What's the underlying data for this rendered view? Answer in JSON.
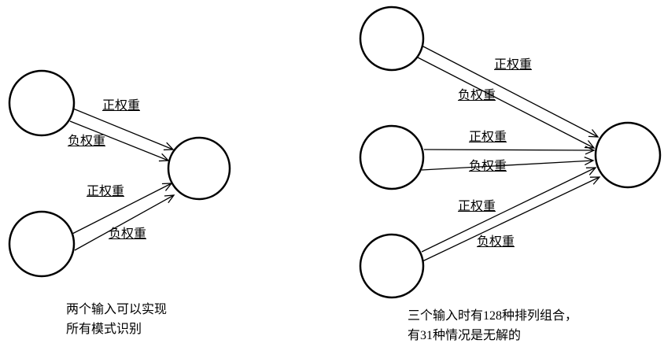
{
  "left_diagram": {
    "weight_labels": {
      "input1_positive": "正权重",
      "input1_negative": "负权重",
      "input2_positive": "正权重",
      "input2_negative": "负权重"
    },
    "caption": {
      "line1": "两个输入可以实现",
      "line2": "所有模式识别"
    }
  },
  "right_diagram": {
    "weight_labels": {
      "input1_positive": "正权重",
      "input1_negative": "负权重",
      "input2_positive": "正权重",
      "input2_negative": "负权重",
      "input3_positive": "正权重",
      "input3_negative": "负权重"
    },
    "caption": {
      "line1": "三个输入时有128种排列组合，",
      "line2": "有31种情况是无解的"
    }
  },
  "colors": {
    "stroke": "#000000",
    "background": "#ffffff"
  }
}
